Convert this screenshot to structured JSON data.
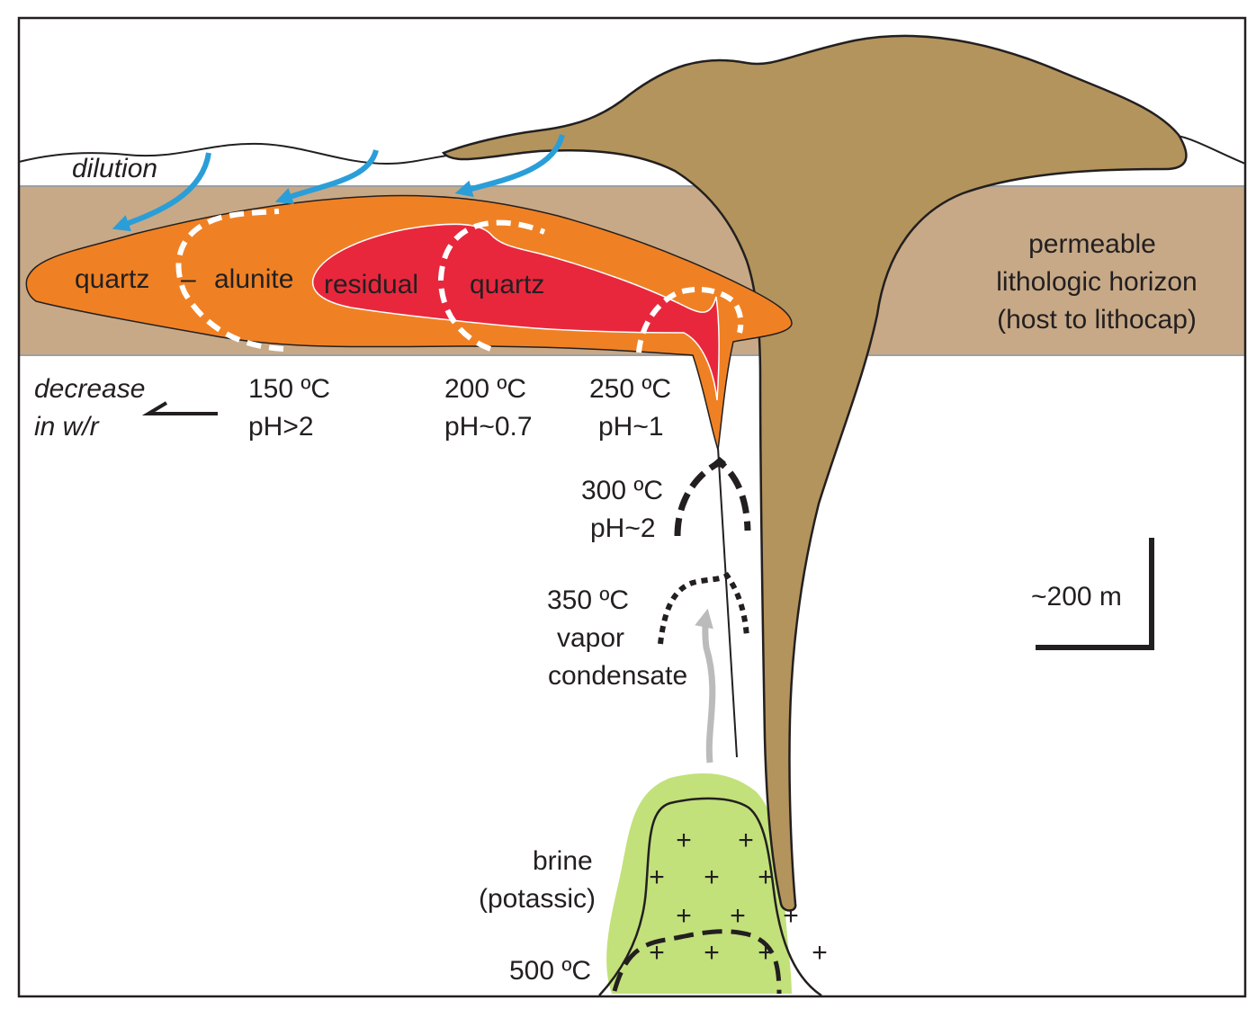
{
  "labels": {
    "dilution": "dilution",
    "decrease_line1": "decrease",
    "decrease_line2": "in w/r",
    "zone_quartz_left": "quartz",
    "zone_dash": "–",
    "zone_alunite": "alunite",
    "zone_residual": "residual",
    "zone_quartz_right": "quartz",
    "horizon_line1": "permeable",
    "horizon_line2": "lithologic horizon",
    "horizon_line3": "(host to lithocap)",
    "t150": "150 ºC",
    "ph150": "pH>2",
    "t200": "200 ºC",
    "ph200": "pH~0.7",
    "t250": "250 ºC",
    "ph250": "pH~1",
    "t300": "300 ºC",
    "ph300": "pH~2",
    "t350": "350 ºC",
    "vapor": "vapor",
    "condensate": "condensate",
    "brine": "brine",
    "potassic": "(potassic)",
    "t500": "500 ºC",
    "scale": "~200 m",
    "plus": "+"
  },
  "colors": {
    "horizon": "#c7a987",
    "diatreme": "#b3945c",
    "quartz_alunite": "#ef8124",
    "residual_quartz": "#e8273d",
    "potassic": "#c2e17a",
    "dilution_arrows": "#2a9ed8",
    "vapor_arrow": "#bbbbbb",
    "isotherm_black": "#231f20",
    "isotherm_white": "#ffffff"
  }
}
